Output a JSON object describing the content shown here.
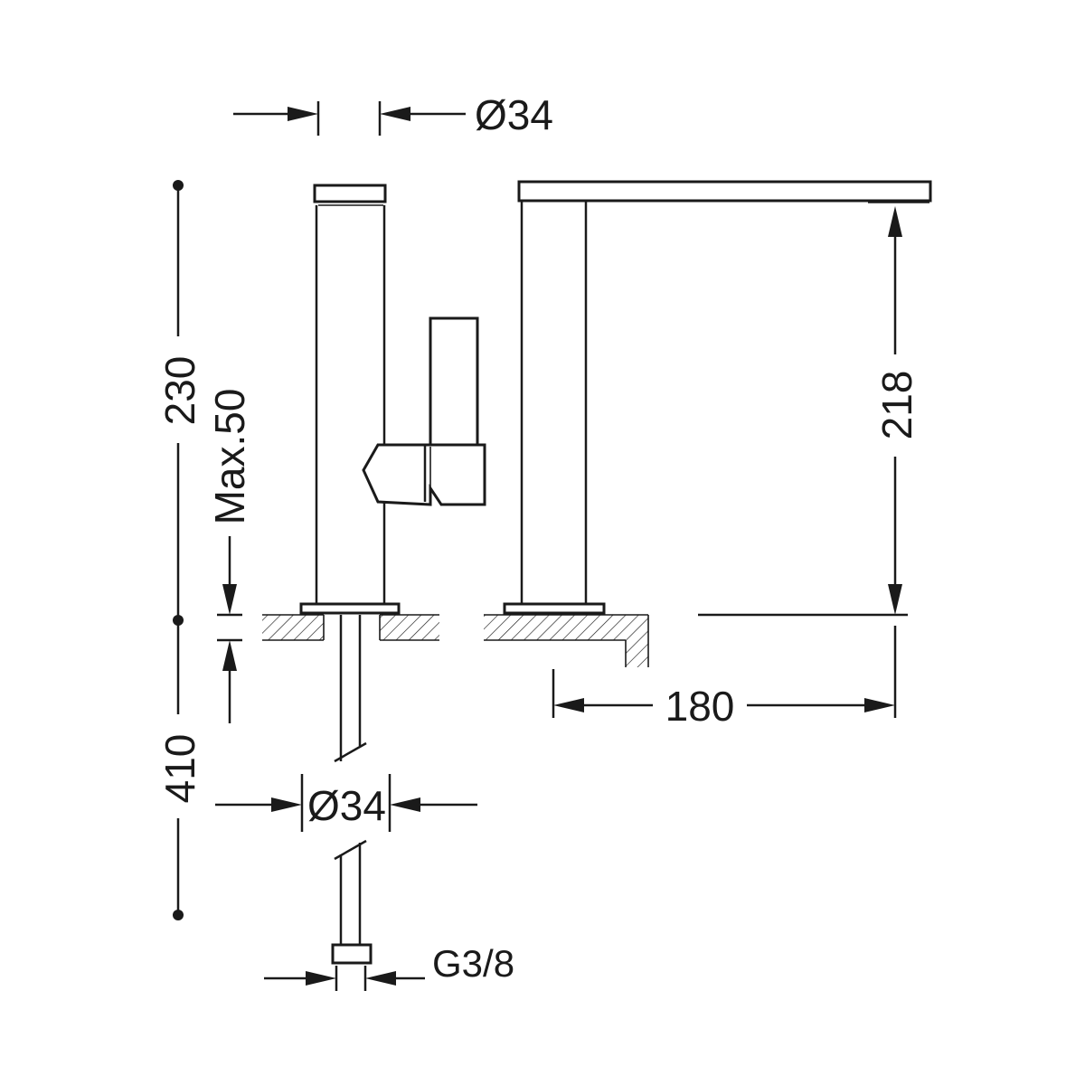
{
  "dimensions": {
    "top_diameter": "Ø34",
    "total_height": "230",
    "max_deck_thickness": "Max.50",
    "spout_height": "218",
    "spout_reach": "180",
    "hose_length": "410",
    "shank_diameter": "Ø34",
    "connection_thread": "G3/8"
  }
}
